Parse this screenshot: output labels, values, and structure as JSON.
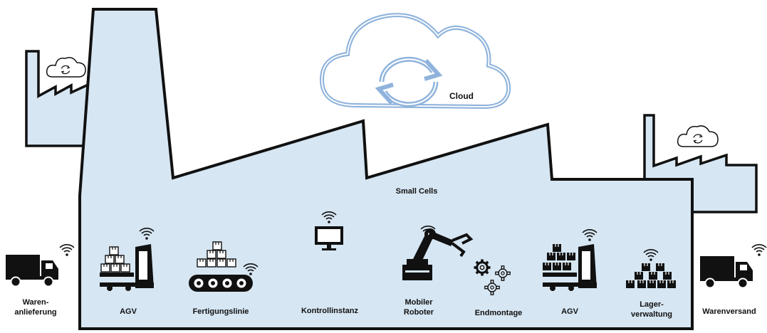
{
  "colors": {
    "building_fill": "#d6e6f3",
    "outline": "#111111",
    "cloud_stroke": "#8fb3dc",
    "cloud_inner": "#c7daef",
    "icon": "#111111"
  },
  "labels": {
    "cloud": "Cloud",
    "small_cells": "Small Cells",
    "wareneingang": "Waren-\nanlieferung",
    "agv_left": "AGV",
    "fertigung": "Fertigungslinie",
    "kontroll": "Kontrollinstanz",
    "roboter": "Mobiler\nRoboter",
    "endmontage": "Endmontage",
    "agv_right": "AGV",
    "lager": "Lager-\nverwaltung",
    "versand": "Warenversand"
  },
  "icons": [
    "cloud-sync-icon",
    "truck-icon",
    "agv-icon",
    "conveyor-icon",
    "monitor-icon",
    "robot-arm-icon",
    "gears-icon",
    "warehouse-icon",
    "wifi-icon"
  ]
}
